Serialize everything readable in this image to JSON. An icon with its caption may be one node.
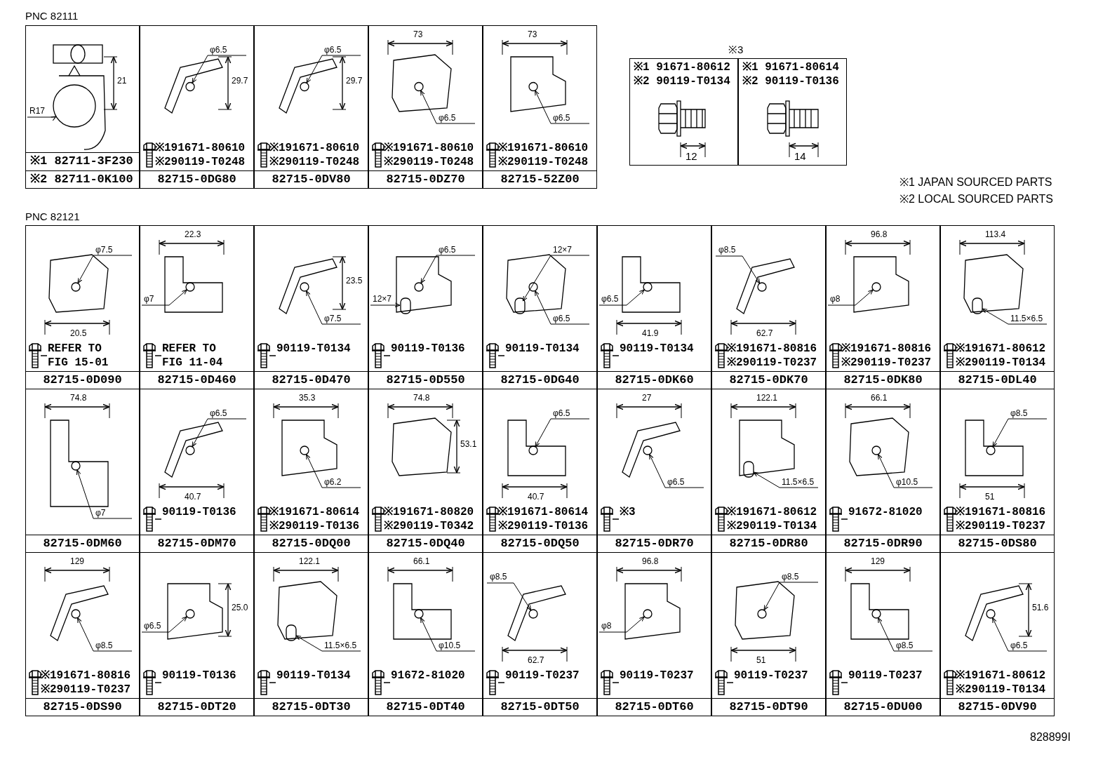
{
  "diagram": {
    "nodes": [
      {
        "text": [
          "R17"
        ]
      },
      {
        "text": [],
        "shape": "circle"
      },
      {
        "text": [
          "φ6.5"
        ]
      },
      {
        "text": [],
        "shape": "circle"
      },
      {
        "text": [
          "φ6.5"
        ]
      },
      {
        "text": [],
        "shape": "circle"
      },
      {
        "text": [
          "φ6.5"
        ]
      },
      {
        "text": [],
        "shape": "circle"
      },
      {
        "text": [
          "φ6.5"
        ]
      },
      {
        "text": [],
        "shape": "circle"
      },
      {
        "text": [
          "φ7.5"
        ]
      },
      {
        "text": [],
        "shape": "circle"
      },
      {
        "text": [
          "φ7"
        ]
      },
      {
        "text": [],
        "shape": "circle"
      },
      {
        "text": [
          "φ7.5"
        ]
      },
      {
        "text": [],
        "shape": "circle"
      },
      {
        "text": [
          "φ6.5"
        ]
      },
      {
        "text": [],
        "shape": "circle"
      },
      {
        "text": [
          "12×7"
        ]
      },
      {
        "text": [],
        "shape": "box"
      },
      {
        "text": [
          "12×7"
        ]
      },
      {
        "text": [],
        "shape": "box"
      },
      {
        "text": [
          "φ6.5"
        ]
      },
      {
        "text": [],
        "shape": "circle"
      },
      {
        "text": [
          "φ6.5"
        ]
      },
      {
        "text": [],
        "shape": "circle"
      },
      {
        "text": [
          "φ8.5"
        ]
      },
      {
        "text": [],
        "shape": "circle"
      },
      {
        "text": [
          "φ8"
        ]
      },
      {
        "text": [],
        "shape": "circle"
      },
      {
        "text": [
          "11.5×6.5"
        ]
      },
      {
        "text": [],
        "shape": "box"
      },
      {
        "text": [
          "φ7"
        ]
      },
      {
        "text": [],
        "shape": "circle"
      },
      {
        "text": [
          "φ6.5"
        ]
      },
      {
        "text": [],
        "shape": "circle"
      },
      {
        "text": [
          "φ6.2"
        ]
      },
      {
        "text": [],
        "shape": "circle"
      },
      {
        "text": [
          "φ6.5"
        ]
      },
      {
        "text": [],
        "shape": "circle"
      },
      {
        "text": [
          "φ6.5"
        ]
      },
      {
        "text": [],
        "shape": "circle"
      },
      {
        "text": [
          "11.5×6.5"
        ]
      },
      {
        "text": [],
        "shape": "box"
      },
      {
        "text": [
          "φ10.5"
        ]
      },
      {
        "text": [],
        "shape": "circle"
      },
      {
        "text": [
          "φ8.5"
        ]
      },
      {
        "text": [],
        "shape": "circle"
      },
      {
        "text": [
          "φ8.5"
        ]
      },
      {
        "text": [],
        "shape": "circle"
      },
      {
        "text": [
          "φ6.5"
        ]
      },
      {
        "text": [],
        "shape": "circle"
      },
      {
        "text": [
          "11.5×6.5"
        ]
      },
      {
        "text": [],
        "shape": "box"
      },
      {
        "text": [
          "φ10.5"
        ]
      },
      {
        "text": [],
        "shape": "circle"
      },
      {
        "text": [
          "φ8.5"
        ]
      },
      {
        "text": [],
        "shape": "circle"
      },
      {
        "text": [
          "φ8"
        ]
      },
      {
        "text": [],
        "shape": "circle"
      },
      {
        "text": [
          "φ8.5"
        ]
      },
      {
        "text": [],
        "shape": "circle"
      },
      {
        "text": [
          "φ8.5"
        ]
      },
      {
        "text": [],
        "shape": "circle"
      },
      {
        "text": [
          "φ6.5"
        ]
      },
      {
        "text": [],
        "shape": "circle"
      }
    ],
    "edges": [
      {
        "from": 0,
        "to": 1,
        "arrow": "to"
      },
      {
        "from": 2,
        "to": 3,
        "arrow": "to"
      },
      {
        "from": 4,
        "to": 5,
        "arrow": "to"
      },
      {
        "from": 6,
        "to": 7,
        "arrow": "to"
      },
      {
        "from": 8,
        "to": 9,
        "arrow": "to"
      },
      {
        "from": 10,
        "to": 11,
        "arrow": "to"
      },
      {
        "from": 12,
        "to": 13,
        "arrow": "to"
      },
      {
        "from": 14,
        "to": 15,
        "arrow": "to"
      },
      {
        "from": 16,
        "to": 17,
        "arrow": "to"
      },
      {
        "from": 18,
        "to": 19,
        "arrow": "to"
      },
      {
        "from": 20,
        "to": 21,
        "arrow": "to"
      },
      {
        "from": 22,
        "to": 23,
        "arrow": "to"
      },
      {
        "from": 24,
        "to": 25,
        "arrow": "to"
      },
      {
        "from": 26,
        "to": 27,
        "arrow": "to"
      },
      {
        "from": 28,
        "to": 29,
        "arrow": "to"
      },
      {
        "from": 30,
        "to": 31,
        "arrow": "to"
      },
      {
        "from": 32,
        "to": 33,
        "arrow": "to"
      },
      {
        "from": 34,
        "to": 35,
        "arrow": "to"
      },
      {
        "from": 36,
        "to": 37,
        "arrow": "to"
      },
      {
        "from": 38,
        "to": 39,
        "arrow": "to"
      },
      {
        "from": 40,
        "to": 41,
        "arrow": "to"
      },
      {
        "from": 42,
        "to": 43,
        "arrow": "to"
      },
      {
        "from": 44,
        "to": 45,
        "arrow": "to"
      },
      {
        "from": 46,
        "to": 47,
        "arrow": "to"
      },
      {
        "from": 48,
        "to": 49,
        "arrow": "to"
      },
      {
        "from": 50,
        "to": 51,
        "arrow": "to"
      },
      {
        "from": 52,
        "to": 53,
        "arrow": "to"
      },
      {
        "from": 54,
        "to": 55,
        "arrow": "to"
      },
      {
        "from": 56,
        "to": 57,
        "arrow": "to"
      },
      {
        "from": 58,
        "to": 59,
        "arrow": "to"
      },
      {
        "from": 60,
        "to": 61,
        "arrow": "to"
      },
      {
        "from": 62,
        "to": 63,
        "arrow": "to"
      },
      {
        "from": 64,
        "to": 65,
        "arrow": "to"
      }
    ],
    "labels": [
      "PNC 82111",
      "21",
      "※1 82711-3F230",
      "※2 82711-0K100",
      "29.7",
      "※191671-80610",
      "※290119-T0248",
      "82715-0DG80",
      "29.7",
      "※191671-80610",
      "※290119-T0248",
      "82715-0DV80",
      "73",
      "※191671-80610",
      "※290119-T0248",
      "82715-0DZ70",
      "73",
      "※191671-80610",
      "※290119-T0248",
      "82715-52Z00",
      "※3",
      "※1 91671-80612",
      "※2 90119-T0134",
      "※1 91671-80614",
      "※2 90119-T0136",
      "12",
      "14",
      "※1 JAPAN SOURCED PARTS",
      "※2 LOCAL SOURCED PARTS",
      "PNC 82121",
      "20.5",
      "REFER TO FIG 15-01",
      "82715-0D090",
      "22.3",
      "REFER TO FIG 11-04",
      "82715-0D460",
      "23.5",
      "90119-T0134",
      "82715-0D470",
      "90119-T0136",
      "82715-0D550",
      "90119-T0134",
      "82715-0DG40",
      "41.9",
      "90119-T0134",
      "82715-0DK60",
      "62.7",
      "※191671-80816",
      "※290119-T0237",
      "82715-0DK70",
      "96.8",
      "※191671-80816",
      "※290119-T0237",
      "82715-0DK80",
      "113.4",
      "※191671-80612",
      "※290119-T0134",
      "82715-0DL40",
      "74.8",
      "82715-0DM60",
      "40.7",
      "90119-T0136",
      "82715-0DM70",
      "35.3",
      "※191671-80614",
      "※290119-T0136",
      "82715-0DQ00",
      "74.8",
      "53.1",
      "※191671-80820",
      "※290119-T0342",
      "82715-0DQ40",
      "40.7",
      "※191671-80614",
      "※290119-T0136",
      "82715-0DQ50",
      "27",
      "※3",
      "82715-0DR70",
      "122.1",
      "※191671-80612",
      "※290119-T0134",
      "82715-0DR80",
      "66.1",
      "91672-81020",
      "82715-0DR90",
      "51",
      "※191671-80816",
      "※290119-T0237",
      "82715-0DS80",
      "129",
      "※191671-80816",
      "※290119-T0237",
      "82715-0DS90",
      "25.0",
      "90119-T0136",
      "82715-0DT20",
      "122.1",
      "90119-T0134",
      "82715-0DT30",
      "66.1",
      "91672-81020",
      "82715-0DT40",
      "62.7",
      "90119-T0237",
      "82715-0DT50",
      "96.8",
      "90119-T0237",
      "82715-0DT60",
      "51",
      "90119-T0237",
      "82715-0DT90",
      "129",
      "90119-T0237",
      "82715-0DU00",
      "51.6",
      "※191671-80612",
      "※290119-T0134",
      "82715-0DV90",
      "828899I"
    ]
  }
}
